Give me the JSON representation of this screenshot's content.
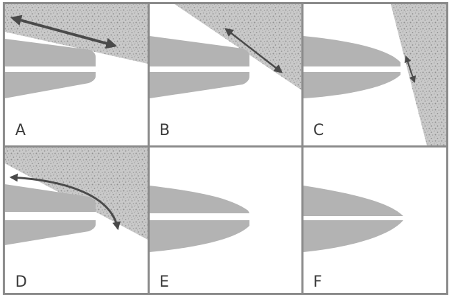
{
  "panels": [
    {
      "label": "A"
    },
    {
      "label": "B"
    },
    {
      "label": "C"
    },
    {
      "label": "D"
    },
    {
      "label": "E"
    },
    {
      "label": "F"
    }
  ],
  "colors": {
    "background": "#ffffff",
    "stipple_fill": "#c9c9c9",
    "stipple_dots": "#8f8f8f",
    "blade_fill": "#b3b3b3",
    "arrow": "#4a4a4a",
    "grid_lines": "#8a8a8a",
    "label_text": "#3a3a3a"
  }
}
